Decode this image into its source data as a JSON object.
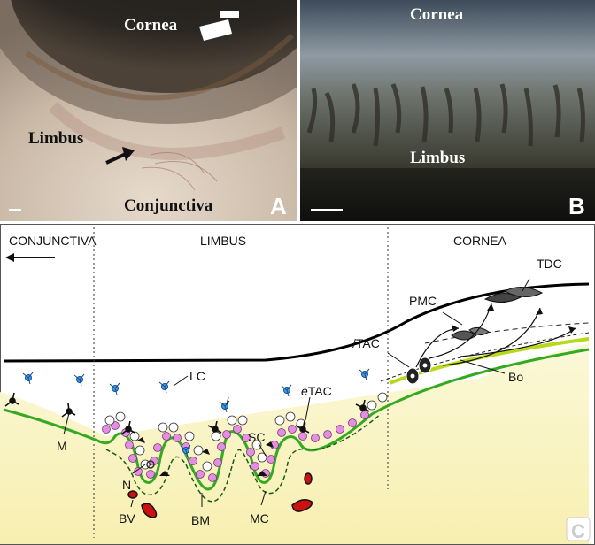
{
  "panel_a": {
    "letter": "A",
    "labels": {
      "cornea": "Cornea",
      "limbus": "Limbus",
      "conjunctiva": "Conjunctiva"
    }
  },
  "panel_b": {
    "letter": "B",
    "labels": {
      "cornea": "Cornea",
      "limbus": "Limbus"
    }
  },
  "panel_c": {
    "letter": "C",
    "regions": {
      "conjunctiva": "CONJUNCTIVA",
      "limbus": "LIMBUS",
      "cornea": "CORNEA"
    },
    "labels": {
      "tdc": "TDC",
      "pmc": "PMC",
      "tac": "/TAC",
      "bo": "Bo",
      "lc": "LC",
      "etac_prefix": "e",
      "etac_suffix": "TAC",
      "m": "M",
      "sc": "SC",
      "n": "N",
      "bm": "BM",
      "mc": "MC",
      "bv": "BV"
    }
  }
}
